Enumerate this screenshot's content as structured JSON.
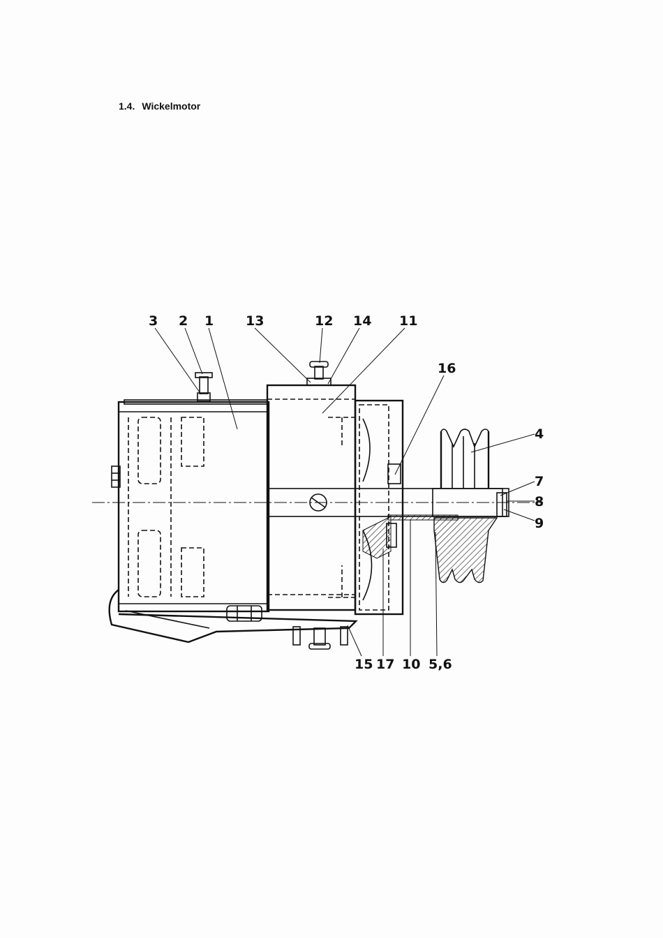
{
  "section": {
    "number": "1.4.",
    "title": "Wickelmotor"
  },
  "callouts": {
    "c3": "3",
    "c2": "2",
    "c1": "1",
    "c13": "13",
    "c12": "12",
    "c14": "14",
    "c11": "11",
    "c16": "16",
    "c4": "4",
    "c7": "7",
    "c8": "8",
    "c9": "9",
    "c15": "15",
    "c17": "17",
    "c10": "10",
    "c56": "5,6"
  }
}
